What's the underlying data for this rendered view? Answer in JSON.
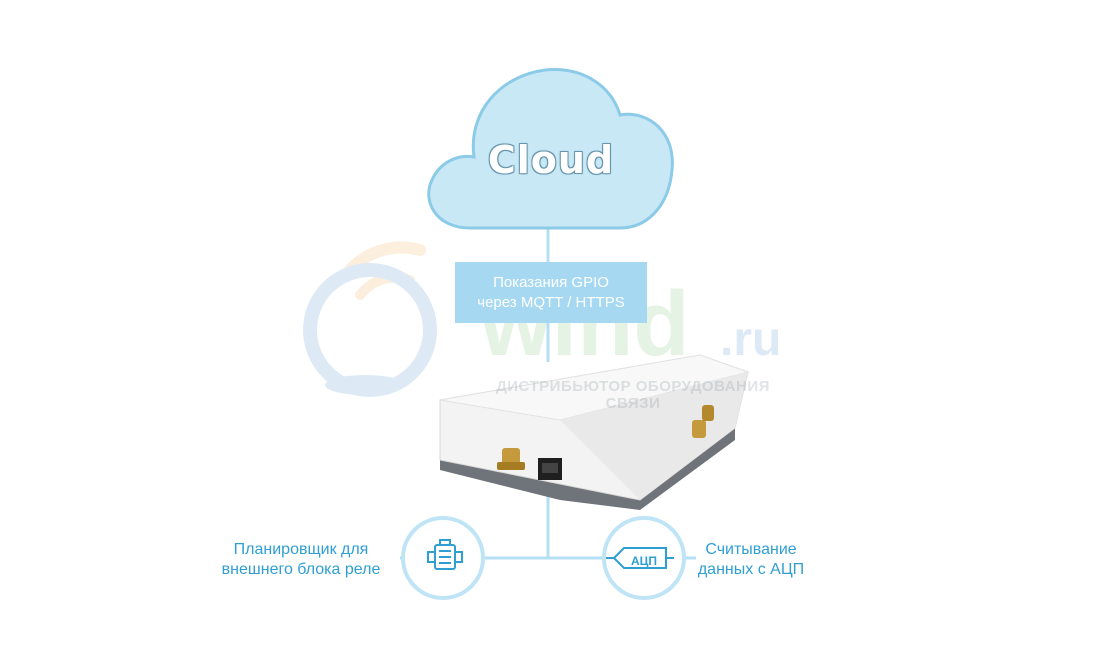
{
  "cloud": {
    "label": "Cloud",
    "fill": "#c8e8f6",
    "stroke": "#8ccbe8"
  },
  "message": {
    "line1": "Показания GPIO",
    "line2": "через MQTT / HTTPS",
    "fill": "#a6d9f1"
  },
  "left_node": {
    "line1": "Планировщик для",
    "line2": "внешнего блока реле",
    "icon": "motor-relay-icon"
  },
  "right_node": {
    "line1": "Считывание",
    "line2": "данных с АЦП",
    "icon_label": "АЦП"
  },
  "watermark": {
    "caption": "ДИСТРИБЬЮТОР ОБОРУДОВАНИЯ СВЯЗИ"
  },
  "colors": {
    "accent": "#2f9fd3",
    "line": "#b5dff3",
    "device_body": "#f1f1f1",
    "device_base": "#6f747a"
  }
}
